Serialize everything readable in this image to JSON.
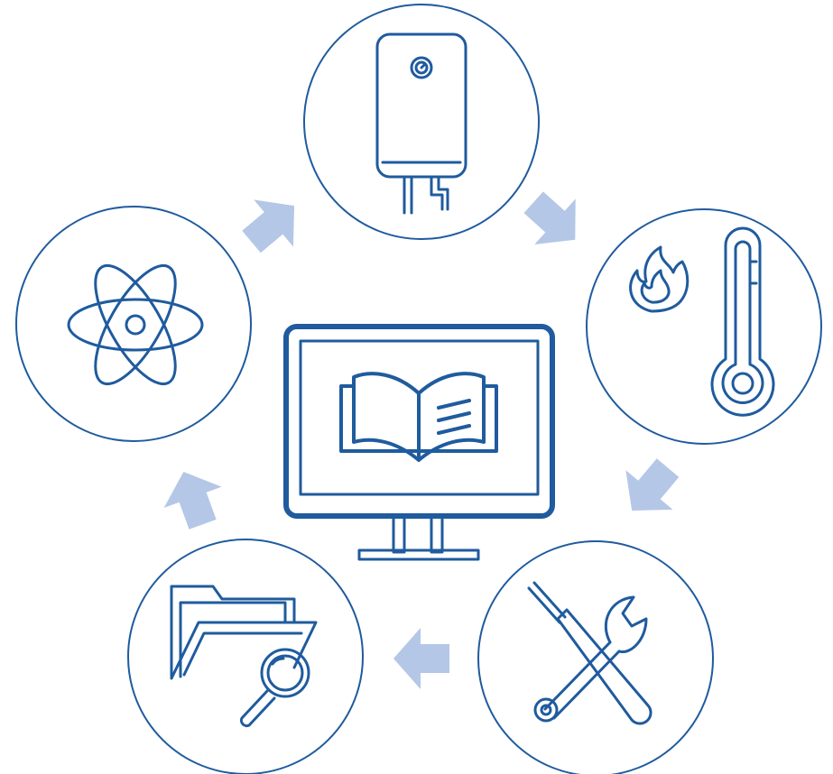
{
  "colors": {
    "stroke": "#1f5b9e",
    "arrow_fill": "#b4c7e7",
    "background": "#ffffff"
  },
  "center": {
    "icon": "monitor-with-open-book-icon"
  },
  "nodes": [
    {
      "id": "water-heater",
      "icon": "water-heater-icon"
    },
    {
      "id": "temperature",
      "icon": "flame-thermometer-icon"
    },
    {
      "id": "tools",
      "icon": "screwdriver-wrench-icon"
    },
    {
      "id": "folder-search",
      "icon": "folder-search-icon"
    },
    {
      "id": "atom",
      "icon": "atom-icon"
    }
  ],
  "arrows": [
    {
      "from": "water-heater",
      "to": "temperature"
    },
    {
      "from": "temperature",
      "to": "tools"
    },
    {
      "from": "tools",
      "to": "folder-search"
    },
    {
      "from": "folder-search",
      "to": "atom"
    },
    {
      "from": "atom",
      "to": "water-heater"
    }
  ]
}
